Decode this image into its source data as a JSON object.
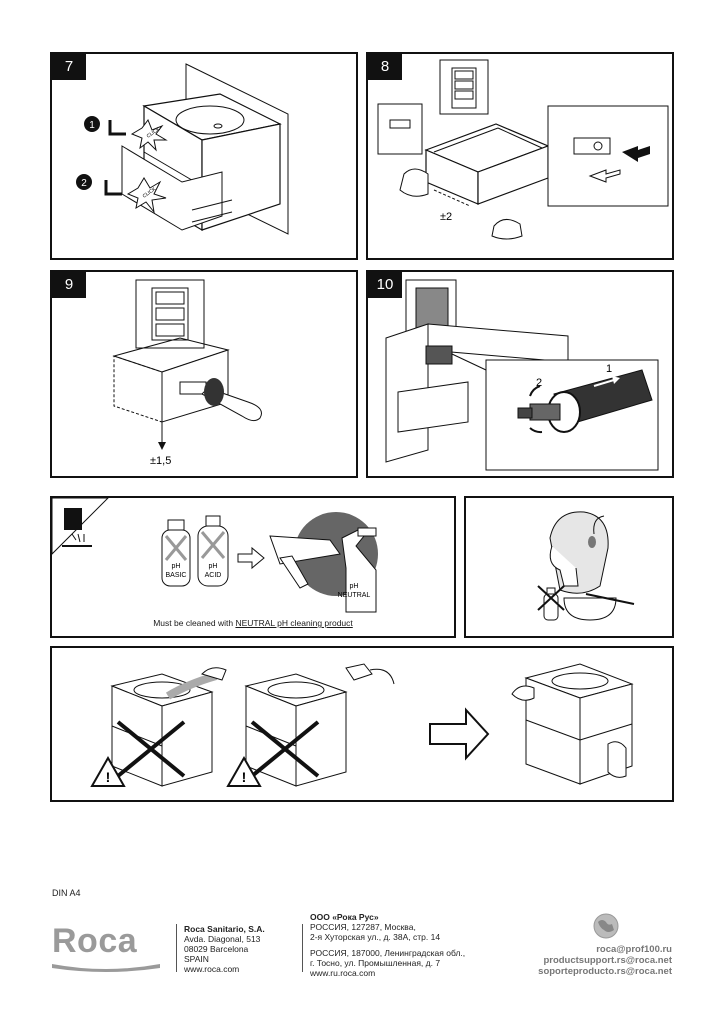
{
  "steps": {
    "s7": "7",
    "s8": "8",
    "s9": "9",
    "s10": "10"
  },
  "step7": {
    "badge1": "1",
    "badge2": "2",
    "click_label": "CLICK"
  },
  "step8": {
    "tolerance": "±2"
  },
  "step9": {
    "tolerance": "±1,5"
  },
  "step10": {
    "arrow1": "1",
    "arrow2": "2"
  },
  "cleaning": {
    "bottle_basic": [
      "pH",
      "BASIC"
    ],
    "bottle_acid": [
      "pH",
      "ACID"
    ],
    "bottle_neutral": [
      "pH",
      "NEUTRAL"
    ],
    "caption_prefix": "Must be cleaned with ",
    "caption_link": "NEUTRAL pH cleaning product"
  },
  "footer": {
    "din": "DIN A4",
    "brand": "Roca",
    "company": {
      "name": "Roca Sanitario, S.A.",
      "lines": [
        "Avda. Diagonal, 513",
        "08029 Barcelona",
        "SPAIN",
        "www.roca.com"
      ]
    },
    "russia": {
      "name": "ООО «Рока Рус»",
      "lines1": [
        "РОССИЯ, 127287, Москва,",
        "2-я Хуторская ул., д. 38А, стр. 14"
      ],
      "lines2": [
        "РОССИЯ, 187000, Ленинградская обл.,",
        "г. Тосно, ул. Промышленная, д. 7",
        "www.ru.roca.com"
      ]
    },
    "contacts": [
      "roca@prof100.ru",
      "productsupport.rs@roca.net",
      "soporteproducto.rs@roca.net"
    ]
  }
}
